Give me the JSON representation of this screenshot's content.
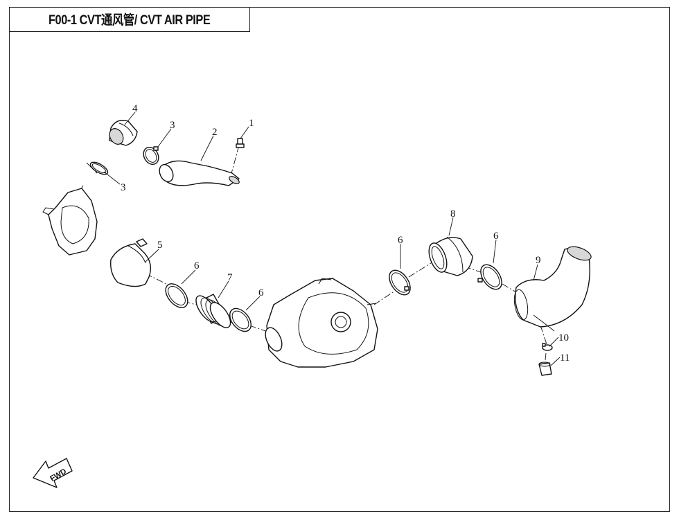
{
  "title": "F00-1 CVT通风管/ CVT AIR PIPE",
  "callouts": [
    "1",
    "2",
    "3",
    "3",
    "4",
    "5",
    "6",
    "6",
    "6",
    "6",
    "7",
    "8",
    "9",
    "10",
    "11"
  ],
  "fwd_label": "FWD"
}
